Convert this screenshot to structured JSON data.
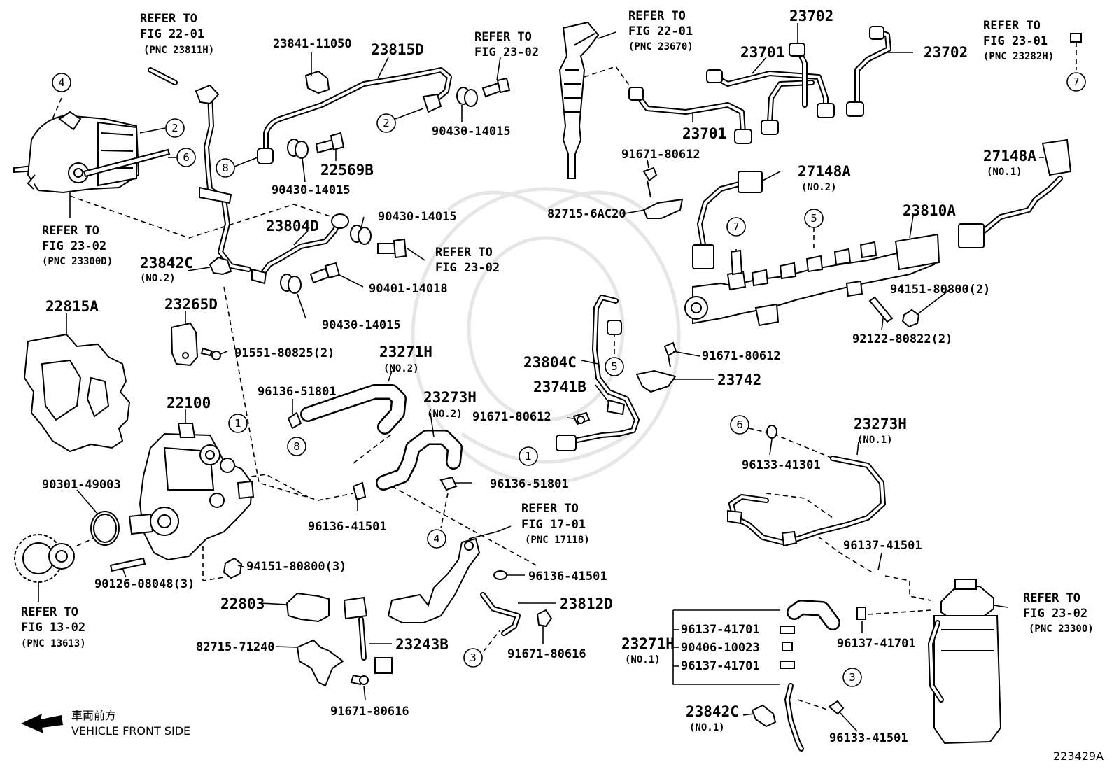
{
  "diagram_id": "223429A",
  "labels": {
    "refer_22_01_a": "REFER TO",
    "refer_22_01_a2": "FIG 22-01",
    "refer_22_01_a3": "(PNC 23811H)",
    "p23841": "23841-11050",
    "p23815D": "23815D",
    "refer_23_02_a": "REFER TO",
    "refer_23_02_a2": "FIG 23-02",
    "p90430_a": "90430-14015",
    "p22569B": "22569B",
    "p90430_b": "90430-14015",
    "refer_23_02_b": "REFER TO",
    "refer_23_02_b2": "FIG 23-02",
    "refer_23_02_b3": "(PNC 23300D)",
    "p23804D": "23804D",
    "p90430_c": "90430-14015",
    "refer_23_02_c": "REFER TO",
    "refer_23_02_c2": "FIG 23-02",
    "p23842C_2": "23842C",
    "p23842C_2_no": "(NO.2)",
    "p90401": "90401-14018",
    "p90430_d": "90430-14015",
    "p22815A": "22815A",
    "p23265D": "23265D",
    "p91551": "91551-80825(2)",
    "p23271H_2": "23271H",
    "p23271H_2_no": "(NO.2)",
    "p96136_51801_a": "96136-51801",
    "p23273H_2": "23273H",
    "p23273H_2_no": "(NO.2)",
    "p22100": "22100",
    "p90301": "90301-49003",
    "p96136_51801_b": "96136-51801",
    "p96136_41501_a": "96136-41501",
    "p94151_a": "94151-80800(3)",
    "p90126": "90126-08048(3)",
    "refer_13_02": "REFER TO",
    "refer_13_02_2": "FIG 13-02",
    "refer_13_02_3": "(PNC 13613)",
    "refer_17_01": "REFER TO",
    "refer_17_01_2": "FIG 17-01",
    "refer_17_01_3": "(PNC 17118)",
    "p96136_41501_b": "96136-41501",
    "p22803": "22803",
    "p23812D": "23812D",
    "p82715_71240": "82715-71240",
    "p23243B": "23243B",
    "p91671_80616_a": "91671-80616",
    "p91671_80616_b": "91671-80616",
    "refer_22_01_b": "REFER TO",
    "refer_22_01_b2": "FIG 22-01",
    "refer_22_01_b3": "(PNC 23670)",
    "p23702_a": "23702",
    "p23701_a": "23701",
    "p23702_b": "23702",
    "refer_23_01": "REFER TO",
    "refer_23_01_2": "FIG 23-01",
    "refer_23_01_3": "(PNC 23282H)",
    "p23701_b": "23701",
    "p91671_80612_a": "91671-80612",
    "p82715_6AC20": "82715-6AC20",
    "p27148A_2": "27148A",
    "p27148A_2_no": "(NO.2)",
    "p27148A_1": "27148A",
    "p27148A_1_no": "(NO.1)",
    "p23810A": "23810A",
    "p94151_b": "94151-80800(2)",
    "p92122": "92122-80822(2)",
    "p91671_80612_b": "91671-80612",
    "p23804C": "23804C",
    "p23742": "23742",
    "p23741B": "23741B",
    "p91671_80612_c": "91671-80612",
    "p96133_41301": "96133-41301",
    "p23273H_1": "23273H",
    "p23273H_1_no": "(NO.1)",
    "p96137_41501": "96137-41501",
    "refer_23_02_d": "REFER TO",
    "refer_23_02_d2": "FIG 23-02",
    "refer_23_02_d3": "(PNC 23300)",
    "p23271H_1": "23271H",
    "p23271H_1_no": "(NO.1)",
    "p96137_41701_a": "96137-41701",
    "p90406": "90406-10023",
    "p96137_41701_b": "96137-41701",
    "p96137_41701_c": "96137-41701",
    "p23842C_1": "23842C",
    "p23842C_1_no": "(NO.1)",
    "p96133_41501": "96133-41501",
    "front_jp": "車両前方",
    "front_en": "VEHICLE FRONT SIDE"
  },
  "circled_refs": {
    "c4_a": "4",
    "c2_a": "2",
    "c6_a": "6",
    "c2_b": "2",
    "c8_a": "8",
    "c1_a": "1",
    "c8_b": "8",
    "c4_b": "4",
    "c3_a": "3",
    "c7_a": "7",
    "c7_b": "7",
    "c5_a": "5",
    "c5_b": "5",
    "c1_b": "1",
    "c6_b": "6",
    "c3_b": "3"
  }
}
